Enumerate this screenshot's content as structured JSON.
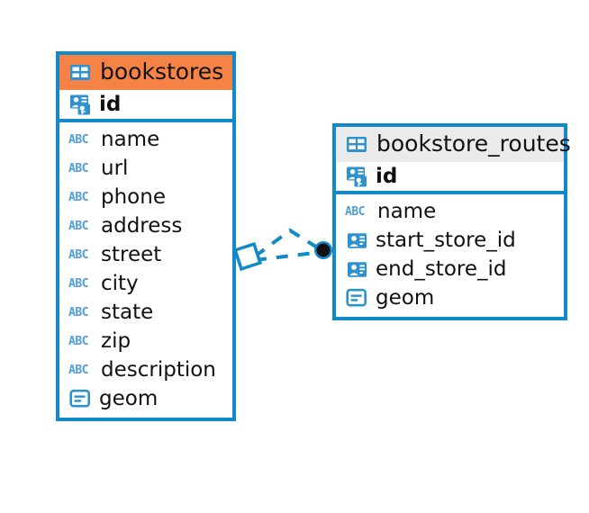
{
  "diagram": {
    "type": "entity-relationship-diagram",
    "background_color": "#ffffff",
    "border_color": "#1289c8",
    "accent_header_color": "#f58345",
    "neutral_header_color": "#ebebeb",
    "icon_color": "#2e92d1",
    "abc_icon_color": "#4c9fd8",
    "connector_color": "#1289c8",
    "connector_endpoint_color": "#111111"
  },
  "tables": [
    {
      "name": "bookstores",
      "header_style": "accent",
      "primary_key": {
        "label": "id",
        "icon": "primary-key-icon"
      },
      "fields": [
        {
          "label": "name",
          "icon": "text-abc-icon",
          "icon_text": "ABC"
        },
        {
          "label": "url",
          "icon": "text-abc-icon",
          "icon_text": "ABC"
        },
        {
          "label": "phone",
          "icon": "text-abc-icon",
          "icon_text": "ABC"
        },
        {
          "label": "address",
          "icon": "text-abc-icon",
          "icon_text": "ABC"
        },
        {
          "label": "street",
          "icon": "text-abc-icon",
          "icon_text": "ABC"
        },
        {
          "label": "city",
          "icon": "text-abc-icon",
          "icon_text": "ABC"
        },
        {
          "label": "state",
          "icon": "text-abc-icon",
          "icon_text": "ABC"
        },
        {
          "label": "zip",
          "icon": "text-abc-icon",
          "icon_text": "ABC"
        },
        {
          "label": "description",
          "icon": "text-abc-icon",
          "icon_text": "ABC"
        },
        {
          "label": "geom",
          "icon": "geometry-icon"
        }
      ]
    },
    {
      "name": "bookstore_routes",
      "header_style": "neutral",
      "primary_key": {
        "label": "id",
        "icon": "primary-key-icon"
      },
      "fields": [
        {
          "label": "name",
          "icon": "text-abc-icon",
          "icon_text": "ABC"
        },
        {
          "label": "start_store_id",
          "icon": "foreign-key-icon"
        },
        {
          "label": "end_store_id",
          "icon": "foreign-key-icon"
        },
        {
          "label": "geom",
          "icon": "geometry-icon"
        }
      ]
    }
  ],
  "relationship": {
    "source_table": "bookstores",
    "target_table": "bookstore_routes",
    "source_marker": "diamond-outline",
    "target_marker": "filled-circle",
    "line_style": "dashed",
    "link_count": 2
  }
}
